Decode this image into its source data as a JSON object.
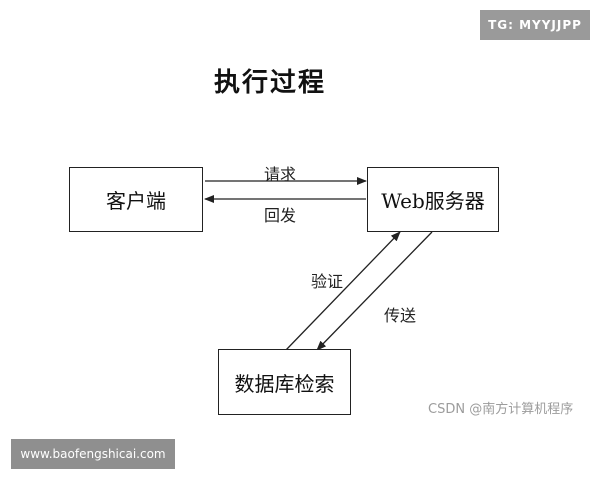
{
  "title": "执行过程",
  "nodes": {
    "client": "客户端",
    "server": "Web服务器",
    "database": "数据库检索"
  },
  "edges": {
    "request": "请求",
    "reply": "回发",
    "verify": "验证",
    "transmit": "传送"
  },
  "watermarks": {
    "tg_tag": "TG: MYYJJPP",
    "website": "www.baofengshicai.com",
    "csdn": "CSDN @南方计算机程序"
  }
}
